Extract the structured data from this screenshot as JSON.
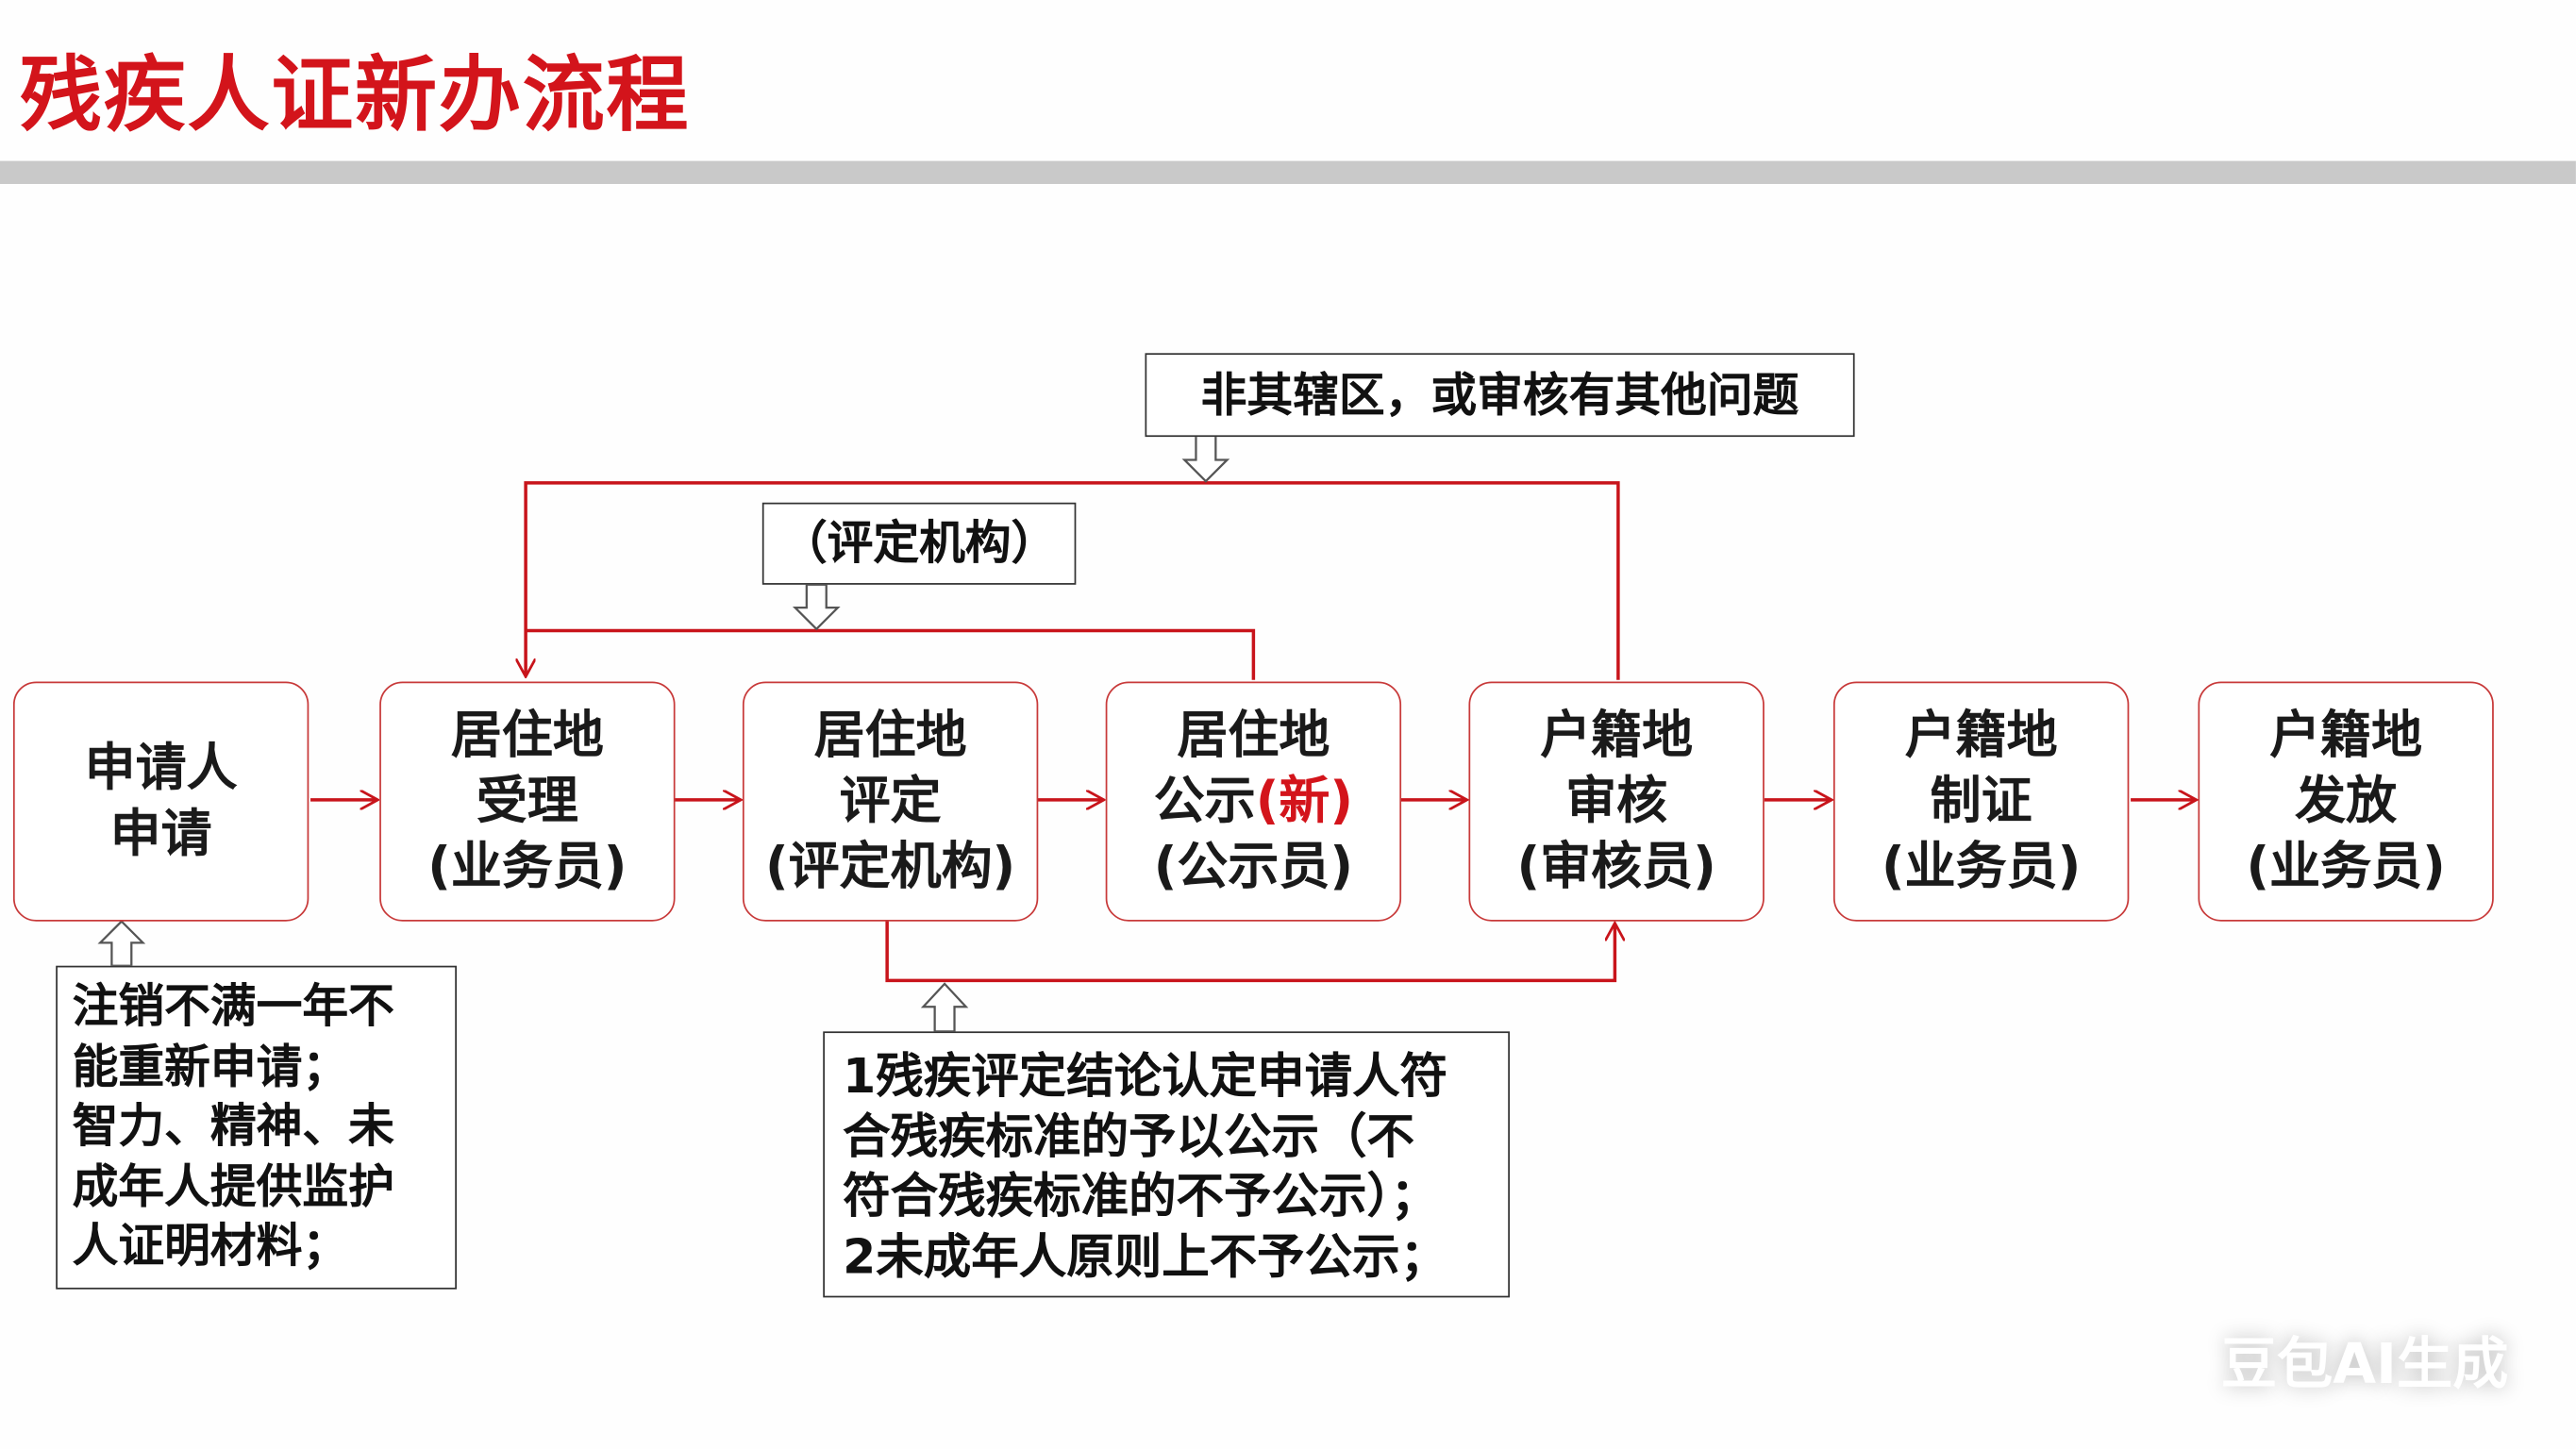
{
  "title": "残疾人证新办流程",
  "steps": [
    {
      "lines": [
        "申请人",
        "申请"
      ]
    },
    {
      "lines": [
        "居住地",
        "受理",
        "(业务员)"
      ]
    },
    {
      "lines": [
        "居住地",
        "评定",
        "(评定机构)"
      ]
    },
    {
      "lines": [
        "居住地",
        "公示",
        "(公示员)"
      ],
      "highlight": "(新)"
    },
    {
      "lines": [
        "户籍地",
        "审核",
        "(审核员)"
      ]
    },
    {
      "lines": [
        "户籍地",
        "制证",
        "(业务员)"
      ]
    },
    {
      "lines": [
        "户籍地",
        "发放",
        "(业务员)"
      ]
    }
  ],
  "notes": {
    "return_reason": "非其辖区，或审核有其他问题",
    "assessment_agency": "（评定机构）",
    "applicant_note": [
      "注销不满一年不",
      "能重新申请；",
      "智力、精神、未",
      "成年人提供监护",
      "人证明材料；"
    ],
    "publicity_note": [
      "1残疾评定结论认定申请人符",
      "合残疾标准的予以公示（不",
      "符合残疾标准的不予公示）；",
      "2未成年人原则上不予公示；"
    ]
  },
  "watermark": "豆包AI生成",
  "colors": {
    "accent": "#d3141b",
    "line": "#c8141b",
    "bar": "#c9c9c9"
  }
}
